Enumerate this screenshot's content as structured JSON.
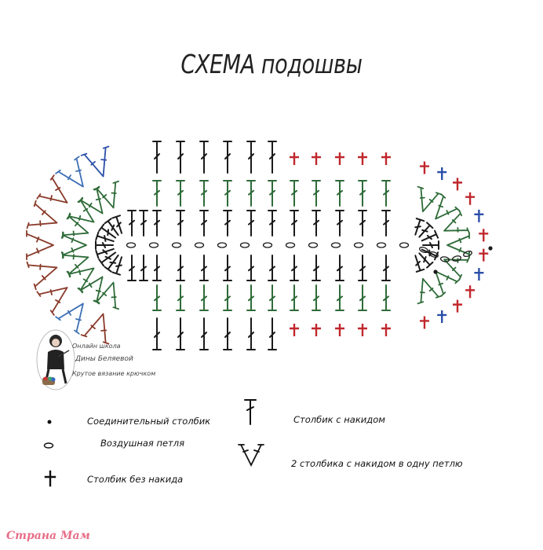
{
  "title": "СХЕМА подошвы",
  "colors": {
    "black": "#1a1a1a",
    "red": "#c0272d",
    "green": "#2e6b38",
    "blue": "#2b4fa8",
    "brown": "#8a3a2a",
    "steelblue": "#3d6fb5",
    "watermark": "#e24a6b"
  },
  "legend": {
    "slip_stitch": "Соединительный столбик",
    "chain": "Воздушная петля",
    "single_crochet": "Столбик без накида",
    "double_crochet": "Столбик с накидом",
    "two_dc_one_stitch": "2 столбика с накидом в одну петлю"
  },
  "author": {
    "line1": "Онлайн школа",
    "line2": "Дины Беляевой",
    "line3": "Крутое вязание крючком"
  },
  "watermark": "Страна Мам",
  "icons": [
    "dot-icon",
    "chain-oval-icon",
    "cross-icon",
    "t-stitch-icon",
    "v-stitch-icon",
    "author-avatar-icon"
  ]
}
